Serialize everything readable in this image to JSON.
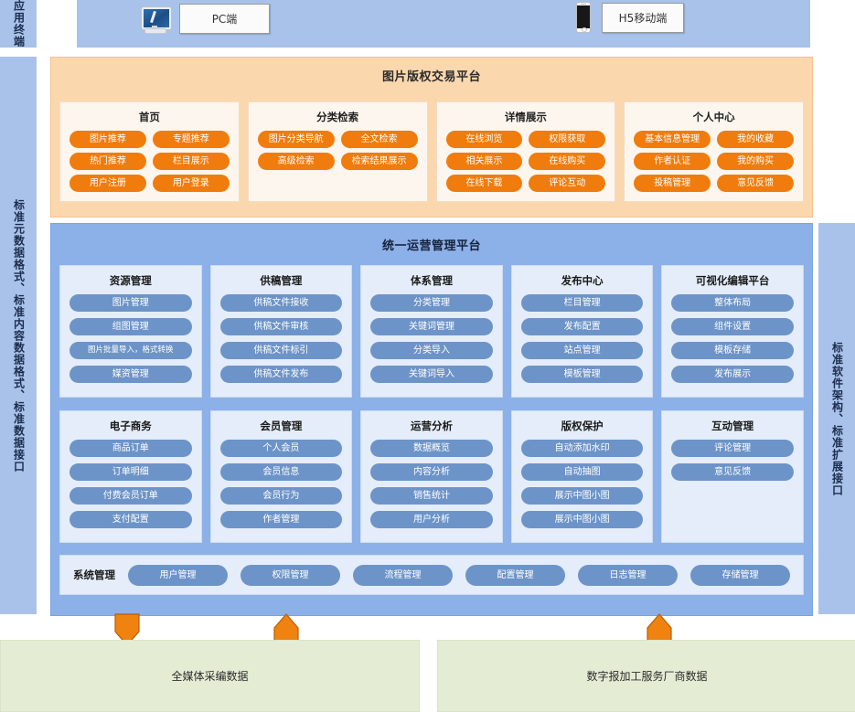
{
  "side_rails": {
    "top_left_label": "应用终端",
    "left_label": "标准元数据格式、标准内容数据格式、标准数据接口",
    "right_label": "标准软件架构、标准扩展接口"
  },
  "terminals": [
    {
      "icon": "desktop-monitor-icon",
      "label": "PC端"
    },
    {
      "icon": "mobile-phone-icon",
      "label": "H5移动端"
    }
  ],
  "orange_platform": {
    "title": "图片版权交易平台",
    "accent_color": "#f07c0d",
    "background_color": "#fbd7ae",
    "cards": [
      {
        "title": "首页",
        "items": [
          "图片推荐",
          "专题推荐",
          "热门推荐",
          "栏目展示",
          "用户注册",
          "用户登录"
        ]
      },
      {
        "title": "分类检索",
        "items": [
          "图片分类导航",
          "全文检索",
          "高级检索",
          "检索结果展示"
        ]
      },
      {
        "title": "详情展示",
        "items": [
          "在线浏览",
          "权限获取",
          "相关展示",
          "在线购买",
          "在线下载",
          "评论互动"
        ]
      },
      {
        "title": "个人中心",
        "items": [
          "基本信息管理",
          "我的收藏",
          "作者认证",
          "我的购买",
          "投稿管理",
          "意见反馈"
        ]
      }
    ]
  },
  "blue_platform": {
    "title": "统一运营管理平台",
    "accent_color": "#6d94c8",
    "background_color": "#8cb0e8",
    "row1": [
      {
        "title": "资源管理",
        "items": [
          "图片管理",
          "组图管理",
          "图片批量导入，格式转换",
          "媒资管理"
        ]
      },
      {
        "title": "供稿管理",
        "items": [
          "供稿文件接收",
          "供稿文件审核",
          "供稿文件标引",
          "供稿文件发布"
        ]
      },
      {
        "title": "体系管理",
        "items": [
          "分类管理",
          "关键词管理",
          "分类导入",
          "关键词导入"
        ]
      },
      {
        "title": "发布中心",
        "items": [
          "栏目管理",
          "发布配置",
          "站点管理",
          "模板管理"
        ]
      },
      {
        "title": "可视化编辑平台",
        "items": [
          "整体布局",
          "组件设置",
          "模板存储",
          "发布展示"
        ]
      }
    ],
    "row2": [
      {
        "title": "电子商务",
        "items": [
          "商品订单",
          "订单明细",
          "付费会员订单",
          "支付配置"
        ]
      },
      {
        "title": "会员管理",
        "items": [
          "个人会员",
          "会员信息",
          "会员行为",
          "作者管理"
        ]
      },
      {
        "title": "运营分析",
        "items": [
          "数据概览",
          "内容分析",
          "销售统计",
          "用户分析"
        ]
      },
      {
        "title": "版权保护",
        "items": [
          "自动添加水印",
          "自动抽图",
          "展示中图小图",
          "展示中图小图"
        ]
      },
      {
        "title": "互动管理",
        "items": [
          "评论管理",
          "意见反馈"
        ]
      }
    ],
    "system_bar": {
      "label": "系统管理",
      "items": [
        "用户管理",
        "权限管理",
        "流程管理",
        "配置管理",
        "日志管理",
        "存储管理"
      ]
    }
  },
  "arrows": [
    {
      "name": "arrow-down-left",
      "direction": "down",
      "color": "#f07c0d"
    },
    {
      "name": "arrow-up-left",
      "direction": "up",
      "color": "#f07c0d"
    },
    {
      "name": "arrow-up-right",
      "direction": "up",
      "color": "#f07c0d"
    }
  ],
  "data_sources": [
    {
      "label": "全媒体采编数据",
      "color": "#e5ecd4"
    },
    {
      "label": "数字报加工服务厂商数据",
      "color": "#e5ecd4"
    }
  ]
}
